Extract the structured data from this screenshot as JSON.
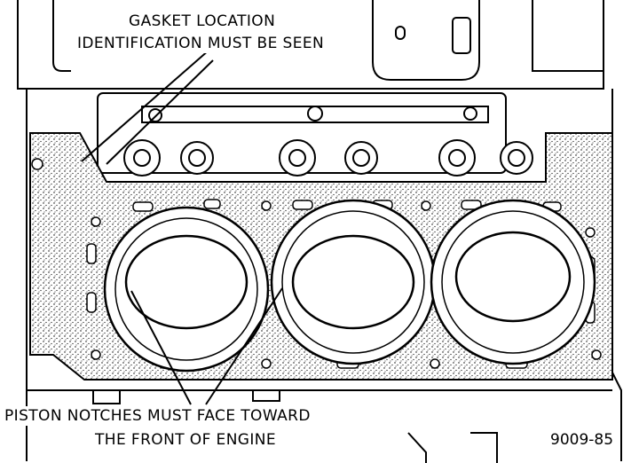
{
  "callouts": {
    "gasket_line1": "GASKET LOCATION",
    "gasket_line2": "IDENTIFICATION MUST BE SEEN",
    "piston_line1": "PISTON NOTCHES MUST FACE TOWARD",
    "piston_line2": "THE FRONT OF ENGINE"
  },
  "figure_number": "9009-85"
}
